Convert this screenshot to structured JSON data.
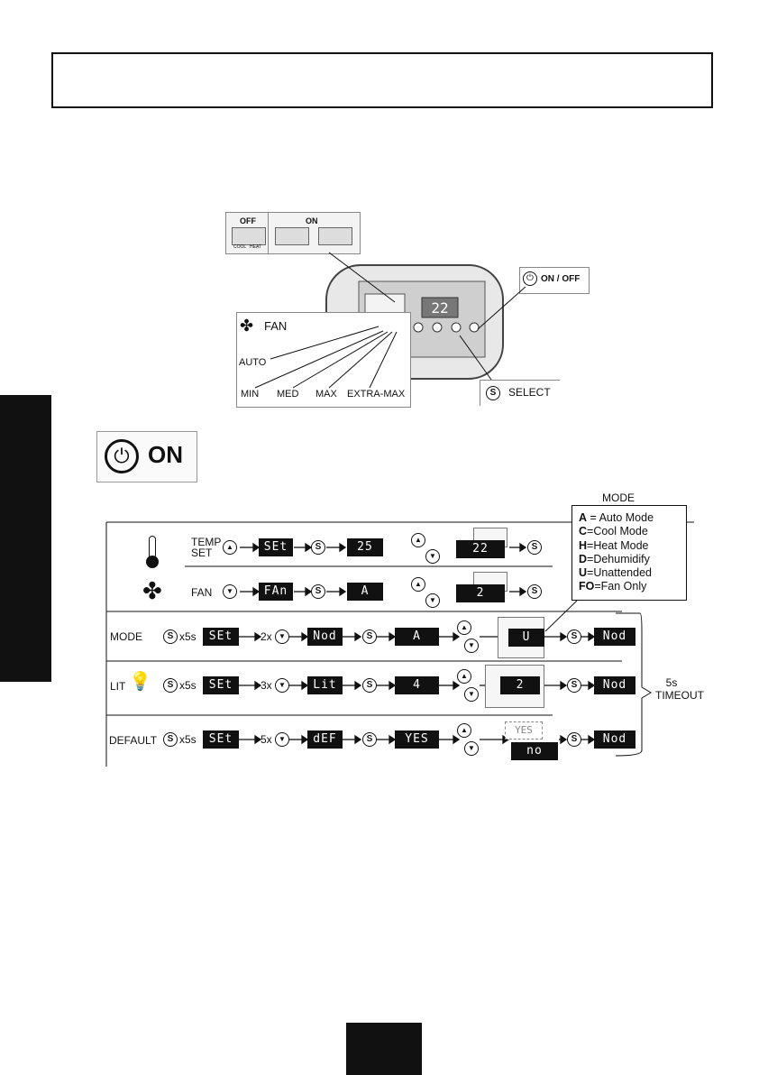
{
  "page": {
    "header_box_text": "",
    "panel": {
      "off_label": "OFF",
      "on_label": "ON",
      "cool_label": "COOL",
      "heat_label": "HEAT",
      "display_value": "22",
      "on_off_label": "ON / OFF",
      "select_label": "SELECT",
      "select_icon": "S",
      "fan_label": "FAN",
      "fan_speeds": [
        "AUTO",
        "MIN",
        "MED",
        "MAX",
        "EXTRA-MAX"
      ]
    },
    "on_badge_label": "ON",
    "legend": {
      "title": "MODE",
      "items": [
        {
          "key": "A",
          "text": " = Auto Mode"
        },
        {
          "key": "C",
          "text": "=Cool Mode"
        },
        {
          "key": "H",
          "text": "=Heat Mode"
        },
        {
          "key": "D",
          "text": "=Dehumidify"
        },
        {
          "key": "U",
          "text": "=Unattended"
        },
        {
          "key": "FO",
          "text": "=Fan Only"
        }
      ]
    },
    "rows": {
      "temp": {
        "label": "TEMP\nSET",
        "d1": "SEt",
        "d2": "25",
        "d3": "22"
      },
      "fan": {
        "label": "FAN",
        "d1": "FAn",
        "d2": "A",
        "d3": "2"
      },
      "mode": {
        "label": "MODE",
        "press": "x5s",
        "count": "2x",
        "d1": "SEt",
        "d2": "Nod",
        "d3": "A",
        "d4": "U",
        "d5": "Nod"
      },
      "lit": {
        "label": "LIT",
        "press": "x5s",
        "count": "3x",
        "d1": "SEt",
        "d2": "Lit",
        "d3": "4",
        "d4": "2",
        "d5": "Nod"
      },
      "default": {
        "label": "DEFAULT",
        "press": "x5s",
        "count": "5x",
        "d1": "SEt",
        "d2": "dEF",
        "d3": "YES",
        "d4": "no",
        "d4b": "YES",
        "d5": "Nod"
      }
    },
    "timeout_label": "5s\nTIMEOUT",
    "s_glyph": "S"
  }
}
